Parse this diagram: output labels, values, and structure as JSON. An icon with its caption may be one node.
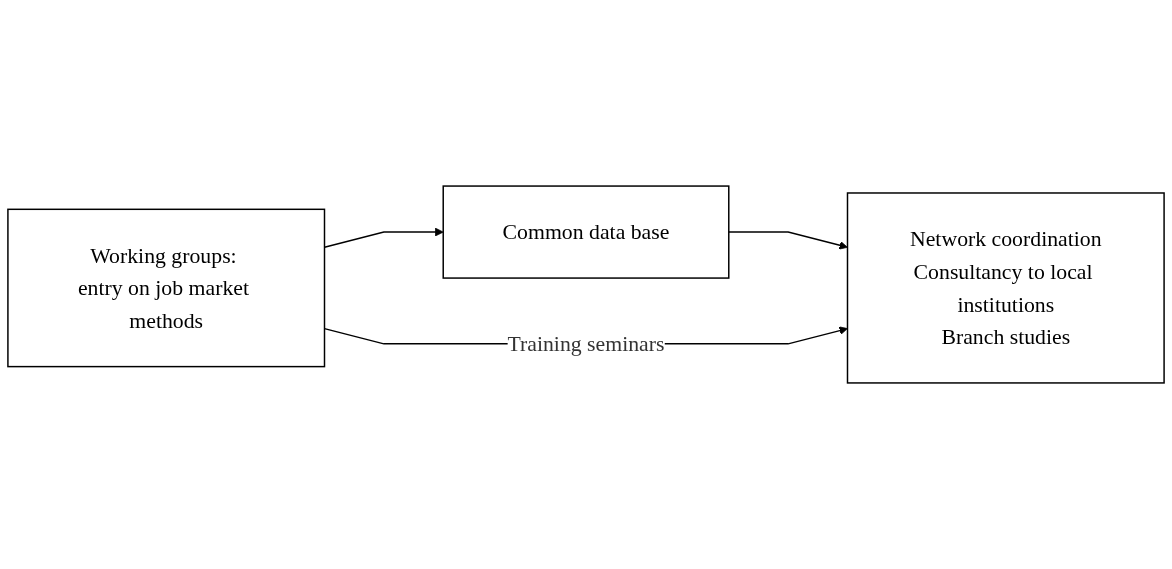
{
  "diagram": {
    "nodes": [
      {
        "text": [
          "Common data base"
        ]
      },
      {
        "text": [
          "Working groups: entry on job market methods"
        ]
      },
      {
        "text": [
          "Network coordination",
          "Consultancy to local institutions",
          "Branch studies"
        ]
      }
    ],
    "edges": [
      {
        "from": 1,
        "to": 0,
        "arrow": "to"
      },
      {
        "from": 0,
        "to": 2,
        "arrow": "to"
      },
      {
        "from": 1,
        "to": 2,
        "arrow": "to",
        "label": "Training seminars"
      }
    ]
  }
}
